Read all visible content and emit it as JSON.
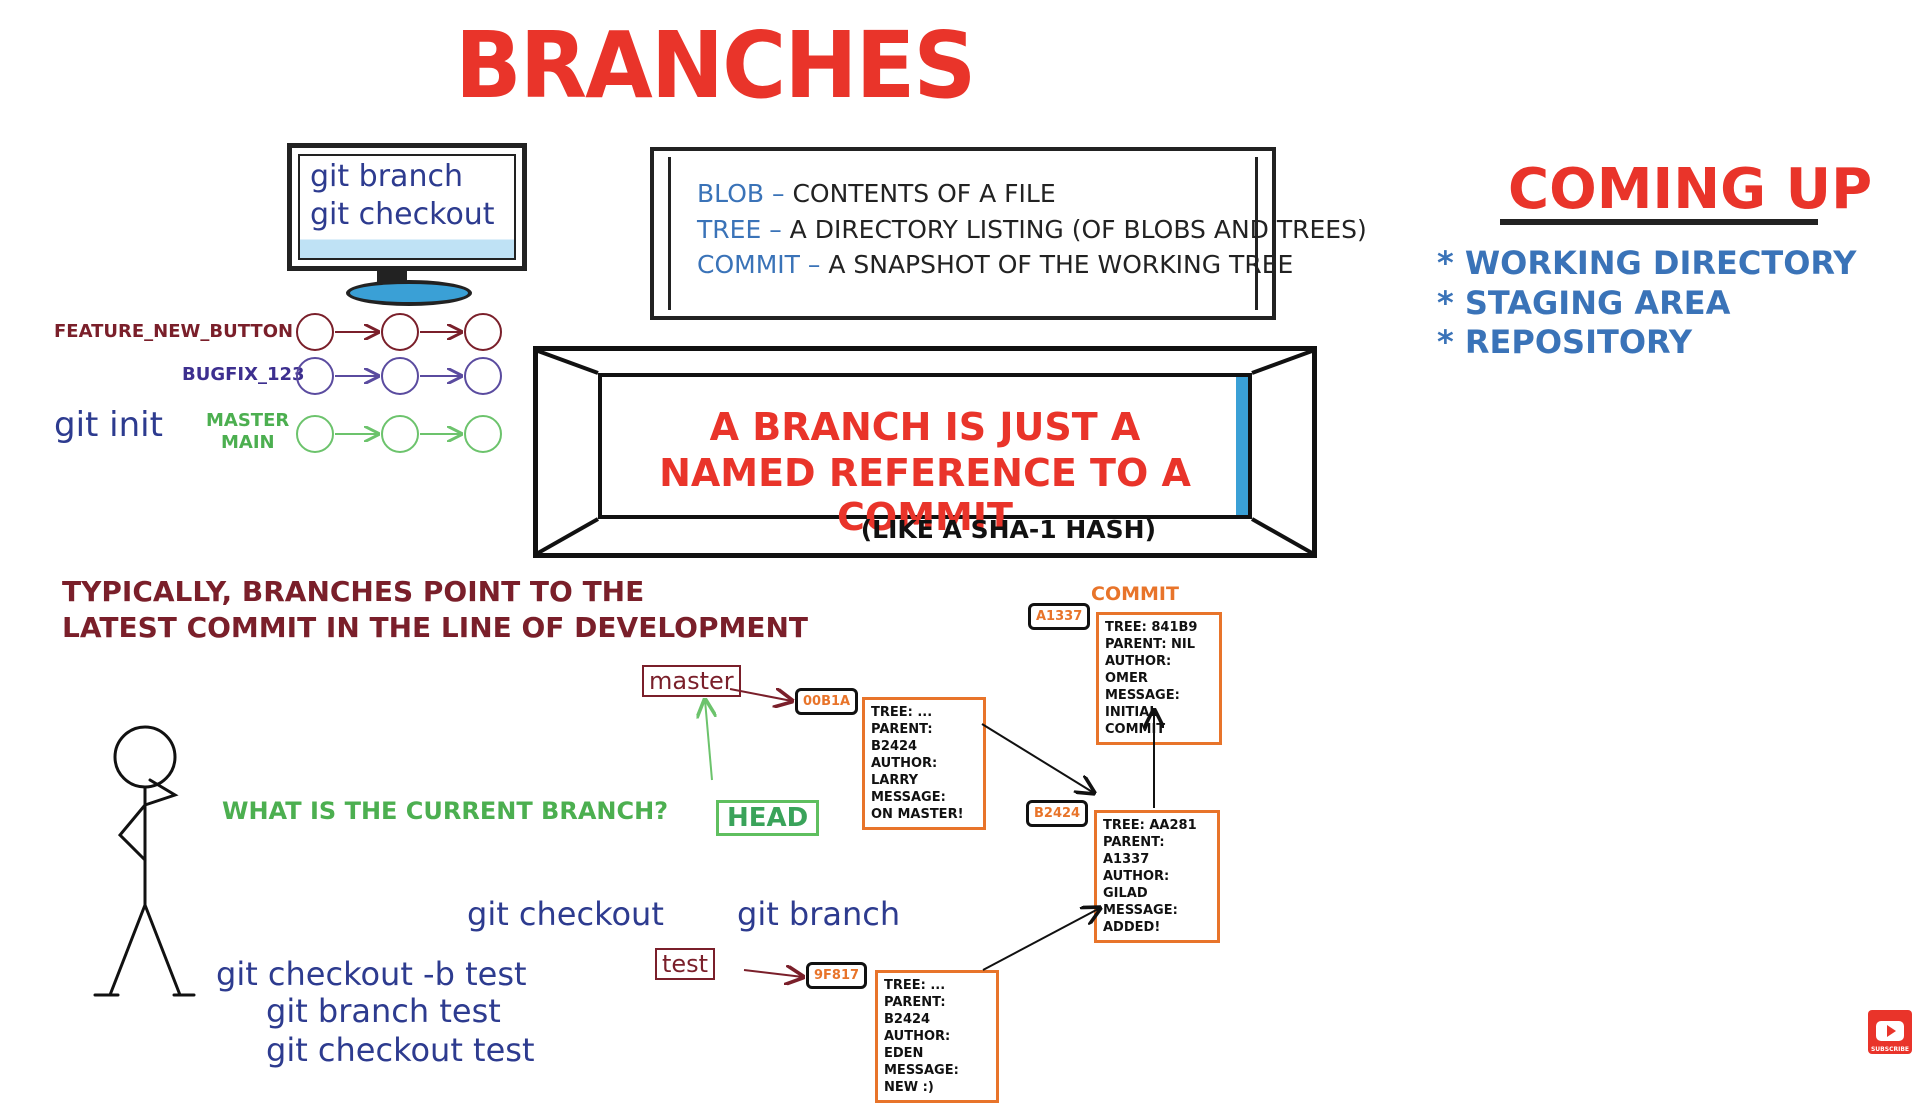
{
  "title": "BRANCHES",
  "monitor": {
    "line1": "git branch",
    "line2": "git checkout"
  },
  "definitions": [
    {
      "key": "BLOB",
      "dash": "–",
      "text": "CONTENTS OF A FILE"
    },
    {
      "key": "TREE",
      "dash": "–",
      "text": "A DIRECTORY LISTING (OF BLOBS AND TREES)"
    },
    {
      "key": "COMMIT",
      "dash": "–",
      "text": "A SNAPSHOT OF THE WORKING TREE"
    }
  ],
  "callout": {
    "line1": "A BRANCH IS JUST A",
    "line2": "NAMED REFERENCE TO A COMMIT",
    "note": "(LIKE A SHA-1 HASH)"
  },
  "coming_up": {
    "title": "COMING UP",
    "items": [
      "* WORKING DIRECTORY",
      "* STAGING AREA",
      "* REPOSITORY"
    ]
  },
  "branches": {
    "feature": "FEATURE_NEW_BUTTON",
    "bugfix": "BUGFIX_123",
    "git_init": "git init",
    "master": "MASTER",
    "main": "MAIN"
  },
  "typically": {
    "line1": "TYPICALLY, BRANCHES POINT TO THE",
    "line2": "LATEST COMMIT IN THE LINE OF DEVELOPMENT"
  },
  "question": "WHAT IS THE CURRENT BRANCH?",
  "refs": {
    "master": "master",
    "head": "HEAD",
    "test": "test"
  },
  "commands": {
    "checkout": "git checkout",
    "branch": "git branch",
    "checkout_b": "git checkout -b test",
    "branch_test": "git branch test",
    "checkout_test": "git checkout test"
  },
  "commit_label": "COMMIT",
  "commits": [
    {
      "id": "A1337",
      "lines": [
        "TREE:     841B9",
        "PARENT: NIL",
        "AUTHOR: OMER",
        "MESSAGE:",
        "INITIAL COMMIT"
      ]
    },
    {
      "id": "00B1A",
      "lines": [
        "TREE:      ...",
        "PARENT: B2424",
        "AUTHOR: LARRY",
        "MESSAGE:",
        "ON MASTER!"
      ]
    },
    {
      "id": "B2424",
      "lines": [
        "TREE:     AA281",
        "PARENT: A1337",
        "AUTHOR: GILAD",
        "MESSAGE:",
        "ADDED!"
      ]
    },
    {
      "id": "9F817",
      "lines": [
        "TREE:      ...",
        "PARENT: B2424",
        "AUTHOR: EDEN",
        "MESSAGE:",
        "NEW :)"
      ]
    }
  ],
  "youtube": {
    "label": "SUBSCRIBE"
  },
  "colors": {
    "red": "#e9342a",
    "blue": "#3a73b8",
    "navy": "#2d3b8f",
    "maroon": "#7a1f2a",
    "green": "#4caf50",
    "orange": "#e8742a"
  }
}
